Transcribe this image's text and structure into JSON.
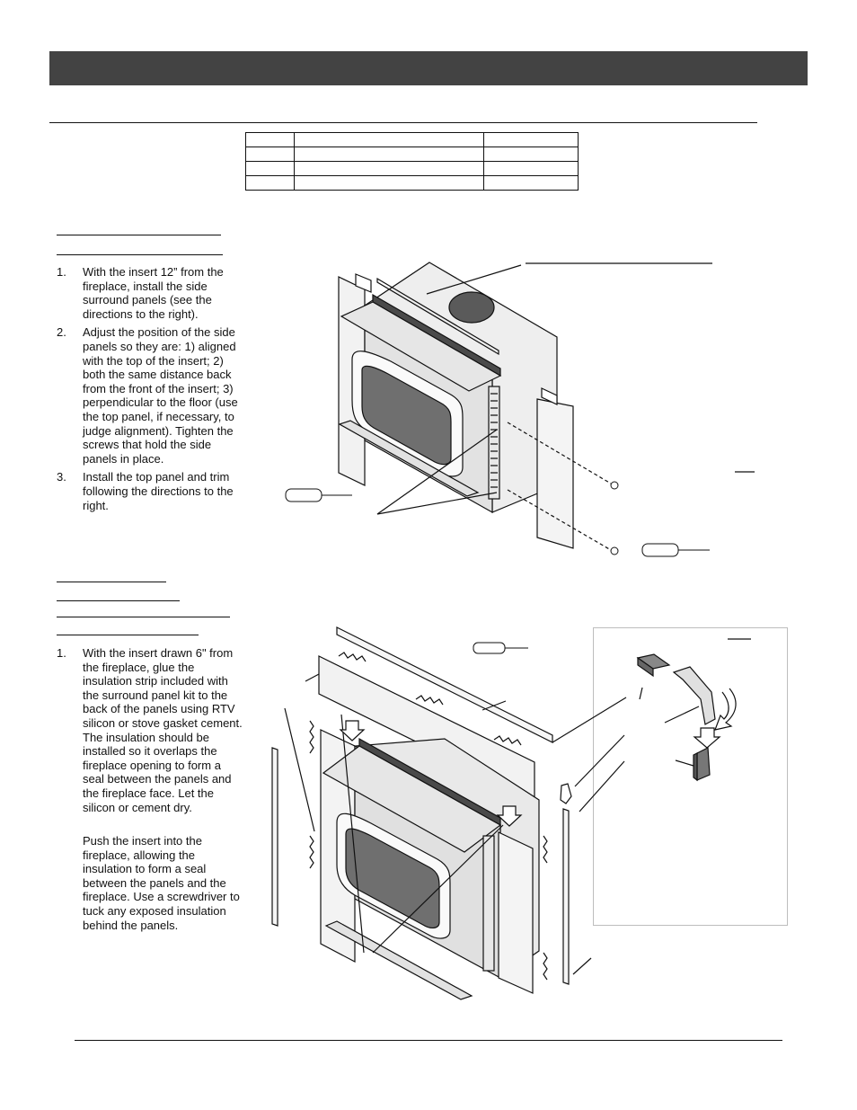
{
  "section1": {
    "steps": [
      {
        "num": "1.",
        "text": "With the insert 12” from the fireplace, install the side surround panels (see the directions to the right)."
      },
      {
        "num": "2.",
        "text": "Adjust the position of the side panels so they are: 1) aligned with the top of the insert; 2) both the same distance back from the front of the insert; 3) perpendicular to the floor (use the top panel, if necessary, to judge alignment).  Tighten the screws that hold the side panels in place."
      },
      {
        "num": "3.",
        "text": "Install the top panel and trim following the directions to the right."
      }
    ]
  },
  "section2": {
    "steps": [
      {
        "num": "1.",
        "text": "With the insert drawn 6\" from the fireplace, glue the insulation strip included with the surround panel kit to the back of the panels using RTV silicon or stove gasket cement.  The insulation should be installed so it overlaps the fireplace opening to form a seal between the panels and the fireplace face.  Let the silicon or cement dry."
      }
    ],
    "continuation": "Push the insert into the fireplace, allowing the insulation to form a seal between the panels and the fireplace.  Use a screwdriver to tuck any exposed insulation behind the panels."
  },
  "colors": {
    "header_bar": "#434343",
    "line": "#111111",
    "panel": "#e6e6e6",
    "gasket": "#4a4a4a",
    "glass": "#6f6f6f"
  },
  "icons": [
    "screwdriver-icon",
    "screw-icon",
    "insulation-zigzag-icon",
    "arrow-icon"
  ]
}
